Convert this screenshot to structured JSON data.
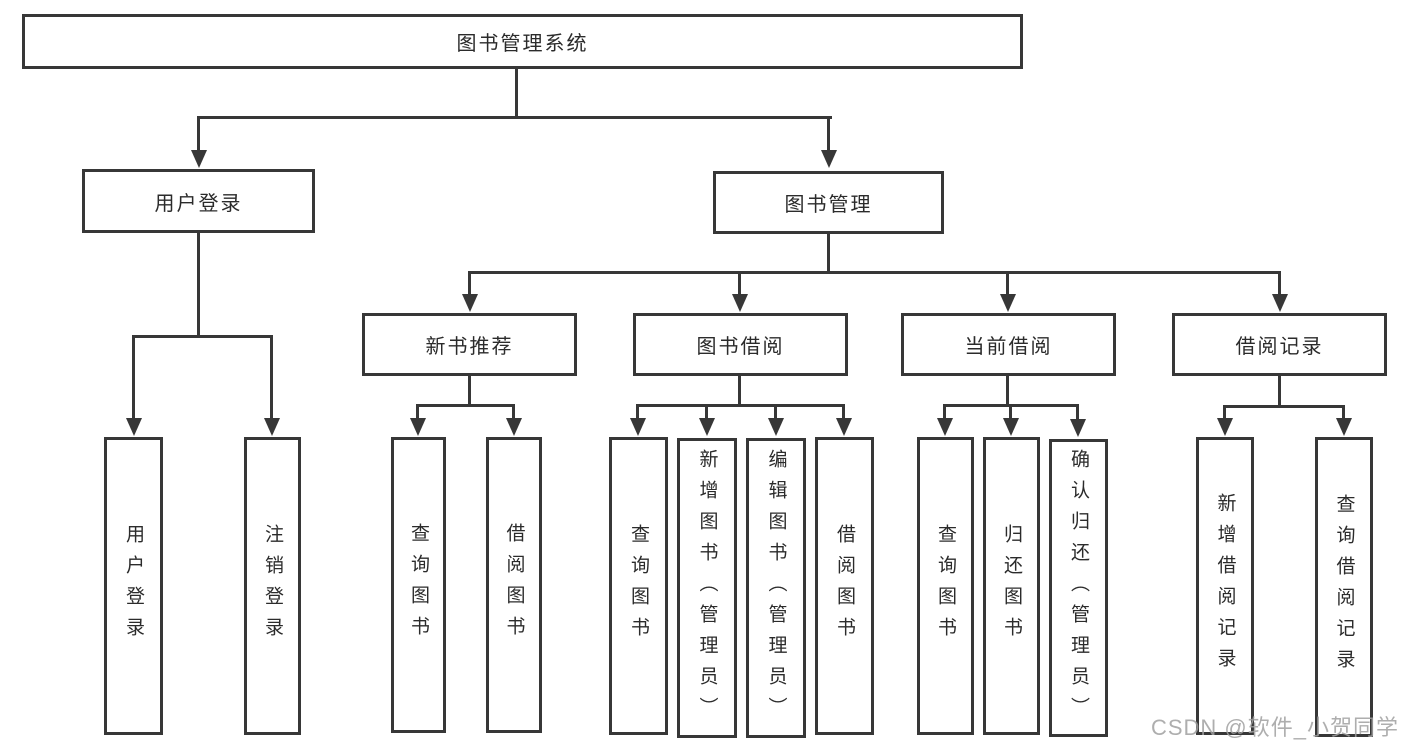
{
  "diagram_type": "hierarchy-tree",
  "tree": {
    "label": "图书管理系统",
    "children": [
      {
        "label": "用户登录",
        "children": [
          {
            "label": "用户登录"
          },
          {
            "label": "注销登录"
          }
        ]
      },
      {
        "label": "图书管理",
        "children": [
          {
            "label": "新书推荐",
            "children": [
              {
                "label": "查询图书"
              },
              {
                "label": "借阅图书"
              }
            ]
          },
          {
            "label": "图书借阅",
            "children": [
              {
                "label": "查询图书"
              },
              {
                "label": "新增图书（管理员）"
              },
              {
                "label": "编辑图书（管理员）"
              },
              {
                "label": "借阅图书"
              }
            ]
          },
          {
            "label": "当前借阅",
            "children": [
              {
                "label": "查询图书"
              },
              {
                "label": "归还图书"
              },
              {
                "label": "确认归还（管理员）"
              }
            ]
          },
          {
            "label": "借阅记录",
            "children": [
              {
                "label": "新增借阅记录"
              },
              {
                "label": "查询借阅记录"
              }
            ]
          }
        ]
      }
    ]
  },
  "watermark": "CSDN @软件_小贺同学",
  "colors": {
    "line": "#373737",
    "box_border": "#373737",
    "text": "#2b2b2b",
    "background": "#ffffff",
    "watermark": "#a0a0a0"
  }
}
